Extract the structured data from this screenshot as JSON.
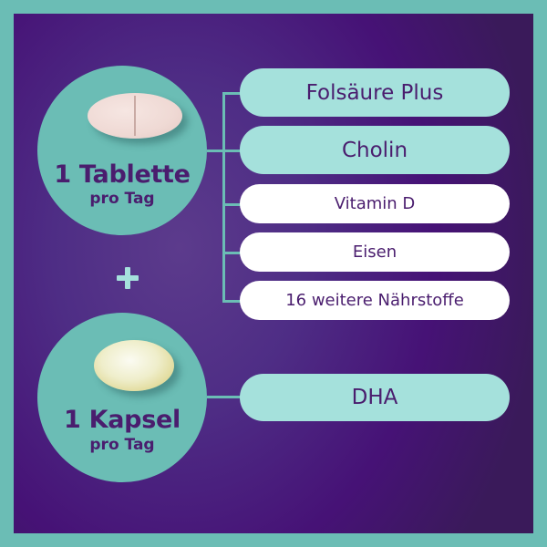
{
  "colors": {
    "frame_teal": "#6bbdb5",
    "background_purple": "#461276",
    "pill_teal": "#a5e1dc",
    "pill_white": "#ffffff",
    "text_purple": "#4a1d6e"
  },
  "tablet": {
    "icon": "tablet-pill-icon",
    "title": "1 Tablette",
    "subtitle": "pro Tag",
    "nutrients": [
      {
        "label": "Folsäure Plus",
        "style": "highlight"
      },
      {
        "label": "Cholin",
        "style": "highlight"
      },
      {
        "label": "Vitamin D",
        "style": "plain"
      },
      {
        "label": "Eisen",
        "style": "plain"
      },
      {
        "label": "16 weitere Nährstoffe",
        "style": "plain"
      }
    ]
  },
  "separator": {
    "symbol": "+",
    "icon": "plus-icon"
  },
  "capsule": {
    "icon": "softgel-capsule-icon",
    "title": "1 Kapsel",
    "subtitle": "pro Tag",
    "nutrients": [
      {
        "label": "DHA",
        "style": "highlight"
      }
    ]
  }
}
